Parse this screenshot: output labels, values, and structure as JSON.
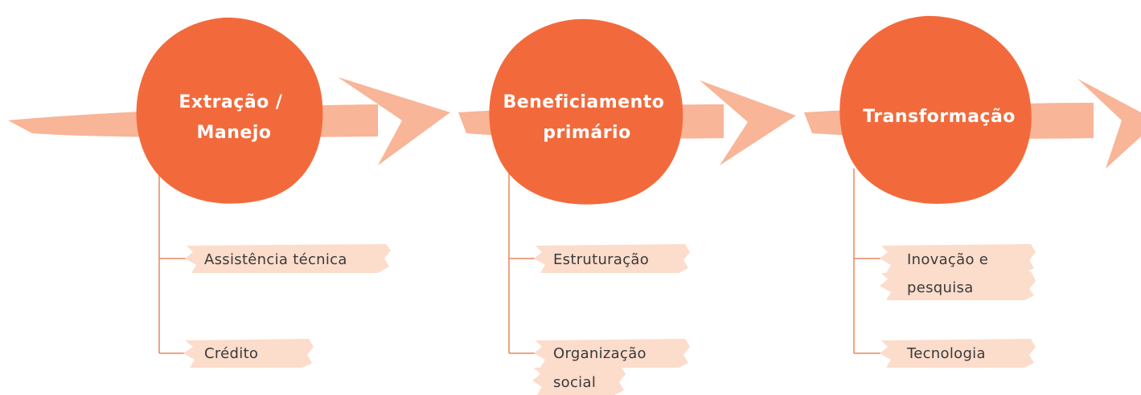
{
  "colors": {
    "stage_fill": "#F26A3C",
    "arrow_fill": "#F8B597",
    "label_highlight": "#FCDCCB",
    "connector_line": "#E8865F",
    "stage_text": "#FFFFFF",
    "label_text": "#3A3A3A"
  },
  "stages": [
    {
      "title_lines": [
        "Extração /",
        "Manejo"
      ],
      "items": [
        {
          "lines": [
            "Assistência técnica"
          ]
        },
        {
          "lines": [
            "Crédito"
          ]
        }
      ]
    },
    {
      "title_lines": [
        "Beneficiamento",
        "primário"
      ],
      "items": [
        {
          "lines": [
            "Estruturação"
          ]
        },
        {
          "lines": [
            "Organização",
            "social"
          ]
        }
      ]
    },
    {
      "title_lines": [
        "Transformação"
      ],
      "items": [
        {
          "lines": [
            "Inovação e",
            "pesquisa"
          ]
        },
        {
          "lines": [
            "Tecnologia"
          ]
        }
      ]
    }
  ]
}
